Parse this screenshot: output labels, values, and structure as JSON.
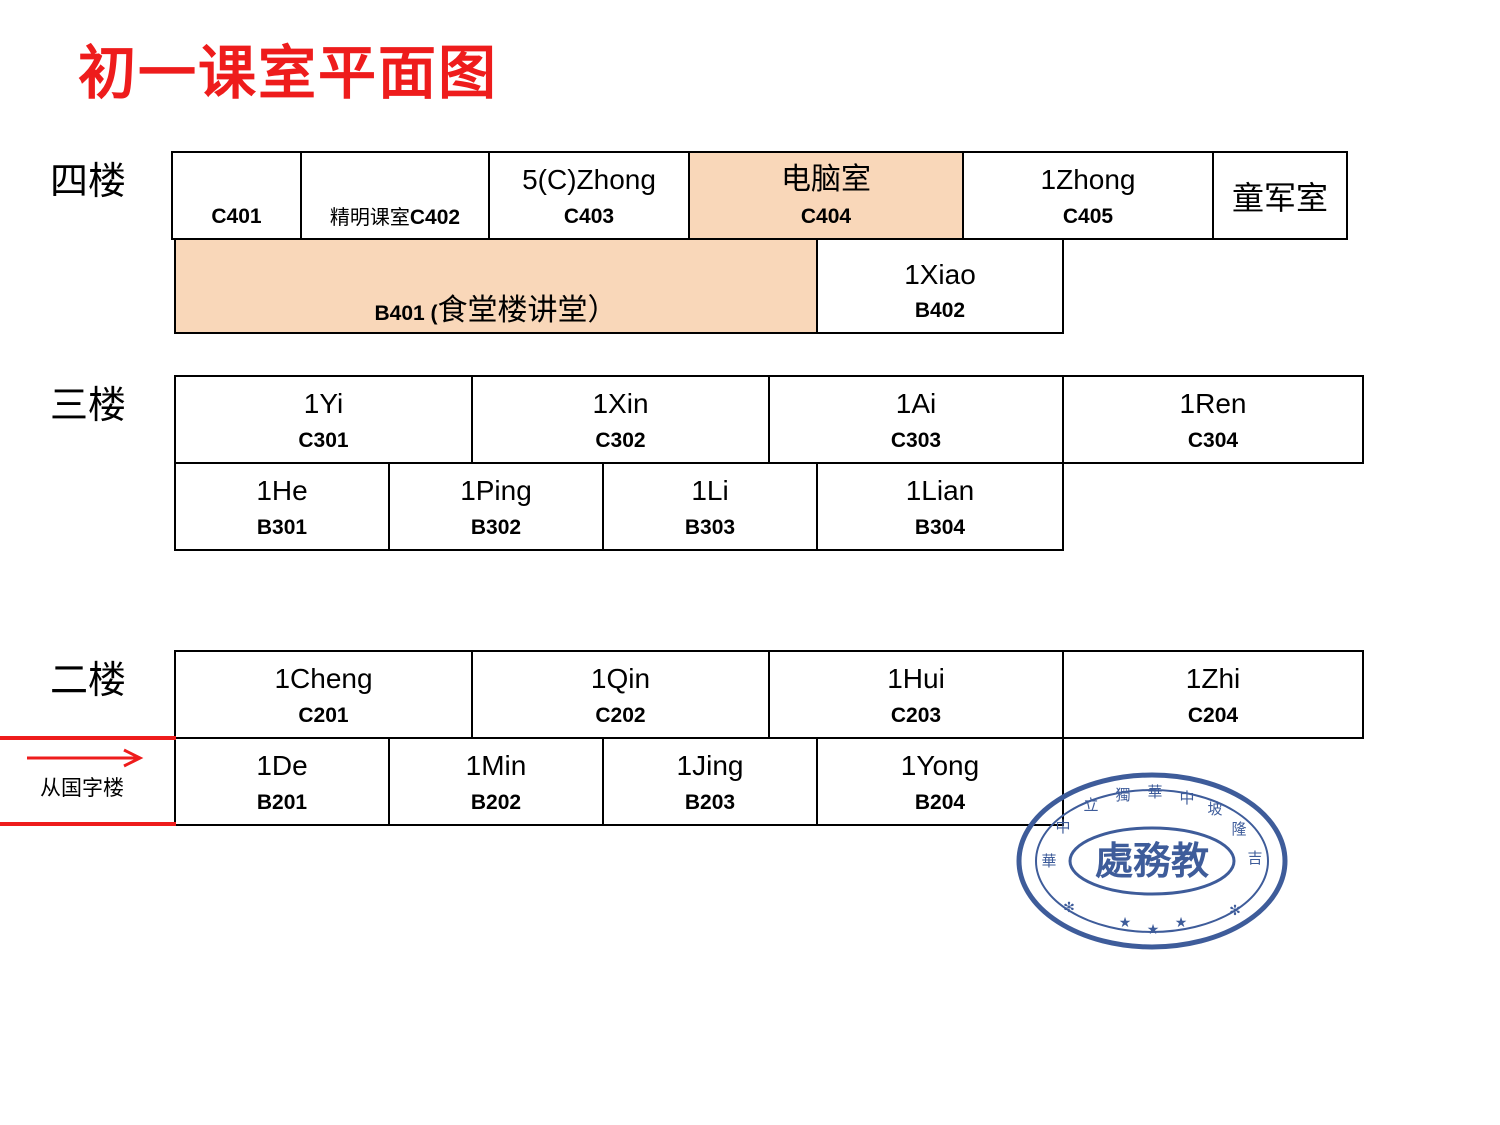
{
  "title": "初一课室平面图",
  "floors": {
    "f4": {
      "label": "四楼",
      "rooms": [
        {
          "code": "C401"
        },
        {
          "prefix": "精明课室",
          "code": "C402"
        },
        {
          "name": "5(C)Zhong",
          "code": "C403"
        },
        {
          "name": "电脑室",
          "code": "C404"
        },
        {
          "name": "1Zhong",
          "code": "C405"
        },
        {
          "name": "童军室"
        },
        {
          "code": "B401 (",
          "suffix": "食堂楼讲堂）"
        },
        {
          "name": "1Xiao",
          "code": "B402"
        }
      ]
    },
    "f3": {
      "label": "三楼",
      "rooms": [
        {
          "name": "1Yi",
          "code": "C301"
        },
        {
          "name": "1Xin",
          "code": "C302"
        },
        {
          "name": "1Ai",
          "code": "C303"
        },
        {
          "name": "1Ren",
          "code": "C304"
        },
        {
          "name": "1He",
          "code": "B301"
        },
        {
          "name": "1Ping",
          "code": "B302"
        },
        {
          "name": "1Li",
          "code": "B303"
        },
        {
          "name": "1Lian",
          "code": "B304"
        }
      ]
    },
    "f2": {
      "label": "二楼",
      "rooms": [
        {
          "name": "1Cheng",
          "code": "C201"
        },
        {
          "name": "1Qin",
          "code": "C202"
        },
        {
          "name": "1Hui",
          "code": "C203"
        },
        {
          "name": "1Zhi",
          "code": "C204"
        },
        {
          "name": "1De",
          "code": "B201"
        },
        {
          "name": "1Min",
          "code": "B202"
        },
        {
          "name": "1Jing",
          "code": "B203"
        },
        {
          "name": "1Yong",
          "code": "B204"
        }
      ]
    }
  },
  "entry": {
    "label": "从国字楼",
    "arrow_icon": "right-arrow-icon"
  },
  "stamp": {
    "center_text": "處務教",
    "ring_text": "華中立獨華中坡隆吉",
    "stars": "★★★",
    "color": "#3e5c9a"
  },
  "colors": {
    "title": "#ee1c1c",
    "highlight": "#f9d7b9",
    "arrow": "#ee1c1c"
  }
}
